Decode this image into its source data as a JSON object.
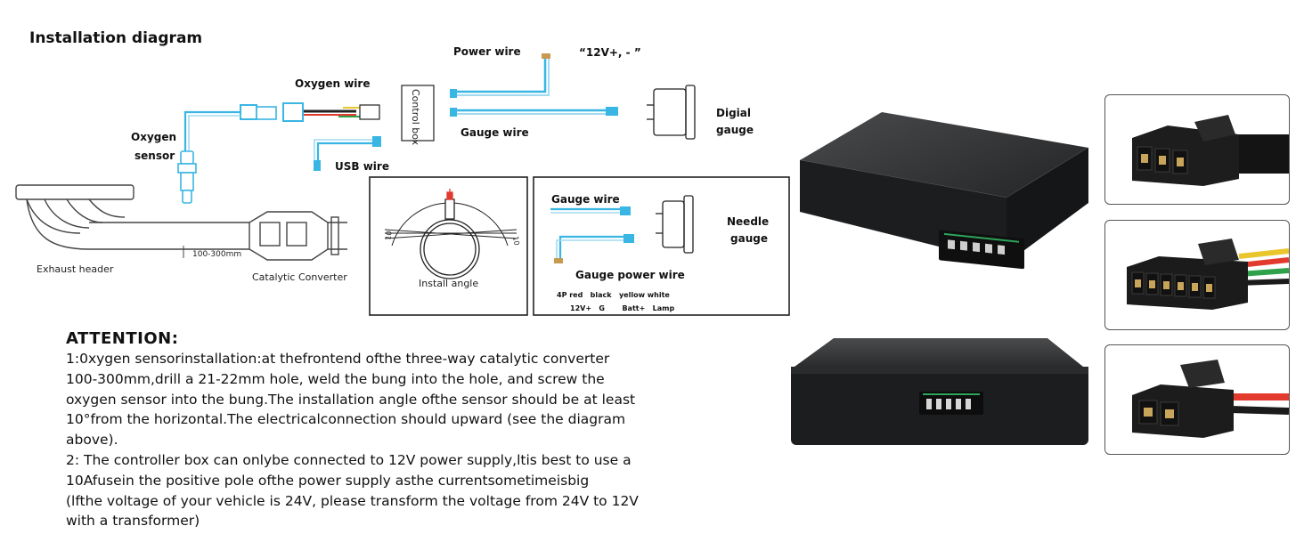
{
  "diagram": {
    "title": "Installation diagram",
    "labels": {
      "power_wire": "Power wire",
      "voltage": "“12V+, - ”",
      "oxygen_wire": "Oxygen wire",
      "control_box": "Control box",
      "digital_gauge_line1": "Digial",
      "digital_gauge_line2": "gauge",
      "gauge_wire": "Gauge wire",
      "oxygen_sensor_line1": "Oxygen",
      "oxygen_sensor_line2": "sensor",
      "usb_wire": "USB wire",
      "exhaust_header": "Exhaust header",
      "distance": "100-300mm",
      "catalytic_converter": "Catalytic Converter",
      "install_angle": "Install angle",
      "angle_left": "10",
      "angle_right": "10"
    },
    "needle_box": {
      "gauge_wire": "Gauge wire",
      "needle_gauge_line1": "Needle",
      "needle_gauge_line2": "gauge",
      "gauge_power_wire": "Gauge power wire",
      "colors_row": "4P red   black   yellow white",
      "pins_row": "12V+   G       Batt+   Lamp"
    }
  },
  "attention": {
    "title": "ATTENTION:",
    "lines": [
      "1:0xygen sensorinstallation:at thefrontend ofthe three-way catalytic converter",
      "100-300mm,drill a 21-22mm hole, weld the bung  into the hole, and screw the",
      "oxygen sensor into the bung.The installation angle ofthe sensor should be at least",
      "10°from the horizontal.The electricalconnection should upward (see the diagram",
      "above).",
      "2: The controller box can onlybe connected to 12V power supply,ltis best to use a",
      "10Afusein the positive pole ofthe power supply asthe currentsometimeisbig",
      "(lfthe voltage of your vehicle is 24V, please transform the voltage from 24V to 12V",
      "with a transformer)"
    ]
  },
  "colors": {
    "wire": "#39b6e3",
    "box": "#232425",
    "wire_red": "#e23b2e",
    "wire_green": "#2fa14a",
    "wire_yellow": "#e9c62c"
  }
}
